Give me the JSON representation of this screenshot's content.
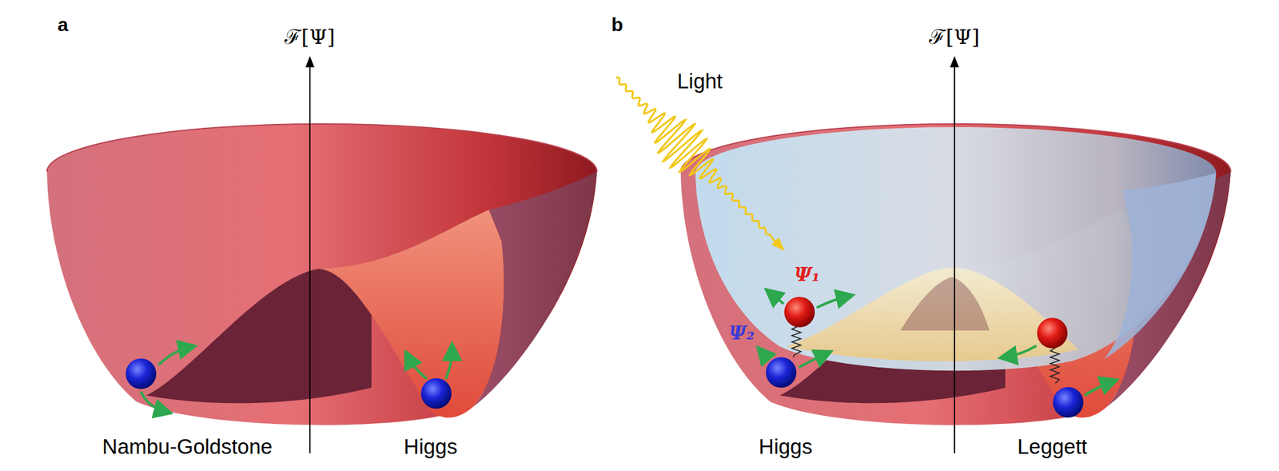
{
  "diagram": {
    "labels": [
      "a",
      "ℱ[Ψ]",
      "Nambu-Goldstone",
      "Higgs",
      "b",
      "ℱ[Ψ]",
      "Light",
      "Ψ₁",
      "Ψ₂",
      "Higgs",
      "Leggett"
    ]
  }
}
